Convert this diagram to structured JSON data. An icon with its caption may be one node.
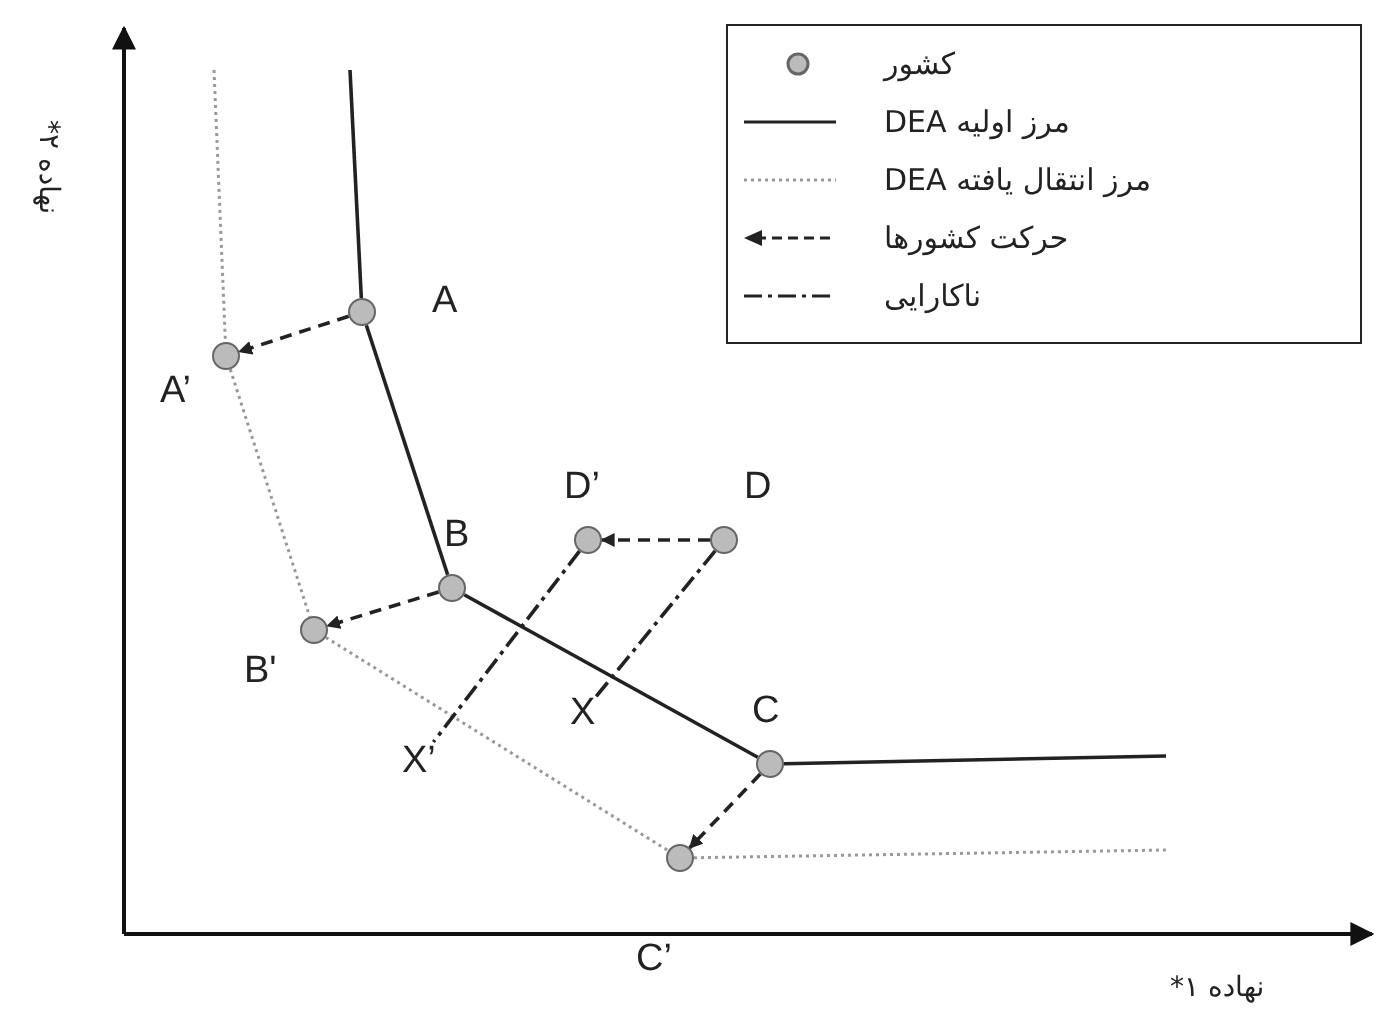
{
  "diagram": {
    "nodes": [
      {
        "text": [],
        "shape": "circle",
        "beside": [
          "A"
        ]
      },
      {
        "text": [],
        "shape": "circle",
        "beside": [
          "A’"
        ]
      },
      {
        "text": [],
        "shape": "circle",
        "beside": [
          "D’"
        ]
      },
      {
        "text": [],
        "shape": "circle",
        "beside": [
          "D"
        ]
      },
      {
        "text": [],
        "shape": "circle",
        "beside": [
          "B"
        ]
      },
      {
        "text": [],
        "shape": "circle",
        "beside": [
          "B'"
        ]
      },
      {
        "text": [
          "X"
        ]
      },
      {
        "text": [],
        "shape": "circle",
        "beside": [
          "C"
        ]
      },
      {
        "text": [
          "X’"
        ]
      },
      {
        "text": [],
        "shape": "circle",
        "beside": [
          "C’"
        ]
      }
    ],
    "edges": [
      {
        "from": 0,
        "to": 1,
        "arrow": "to",
        "style": "dashed"
      },
      {
        "from": 4,
        "to": 5,
        "arrow": "to",
        "style": "dashed"
      },
      {
        "from": 7,
        "to": 9,
        "arrow": "to",
        "style": "dashed"
      },
      {
        "from": 3,
        "to": 2,
        "arrow": "to",
        "style": "dashed"
      },
      {
        "from": 0,
        "to": 4,
        "arrow": "none"
      },
      {
        "from": 4,
        "to": 7,
        "arrow": "none"
      },
      {
        "from": null,
        "to": 0,
        "arrow": "none"
      },
      {
        "from": 7,
        "to": null,
        "arrow": "none"
      },
      {
        "from": 1,
        "to": 5,
        "arrow": "none",
        "style": "dashed",
        "color": "#999999"
      },
      {
        "from": 5,
        "to": 9,
        "arrow": "none",
        "style": "dashed",
        "color": "#999999"
      },
      {
        "from": null,
        "to": 1,
        "arrow": "none",
        "style": "dashed",
        "color": "#999999"
      },
      {
        "from": 9,
        "to": null,
        "arrow": "none",
        "style": "dashed",
        "color": "#999999"
      },
      {
        "from": 3,
        "to": 6,
        "arrow": "none",
        "style": "dashed"
      },
      {
        "from": 2,
        "to": 8,
        "arrow": "none",
        "style": "dashed"
      }
    ],
    "labels": [
      "نهاده ۲*",
      "نهاده ۱*"
    ],
    "legend": [
      {
        "text": "کشور"
      },
      {
        "text": "مرز اولیه DEA"
      },
      {
        "text": "مرز انتقال یافته DEA"
      },
      {
        "text": "حرکت کشورها"
      },
      {
        "text": "ناکارایی"
      }
    ]
  }
}
